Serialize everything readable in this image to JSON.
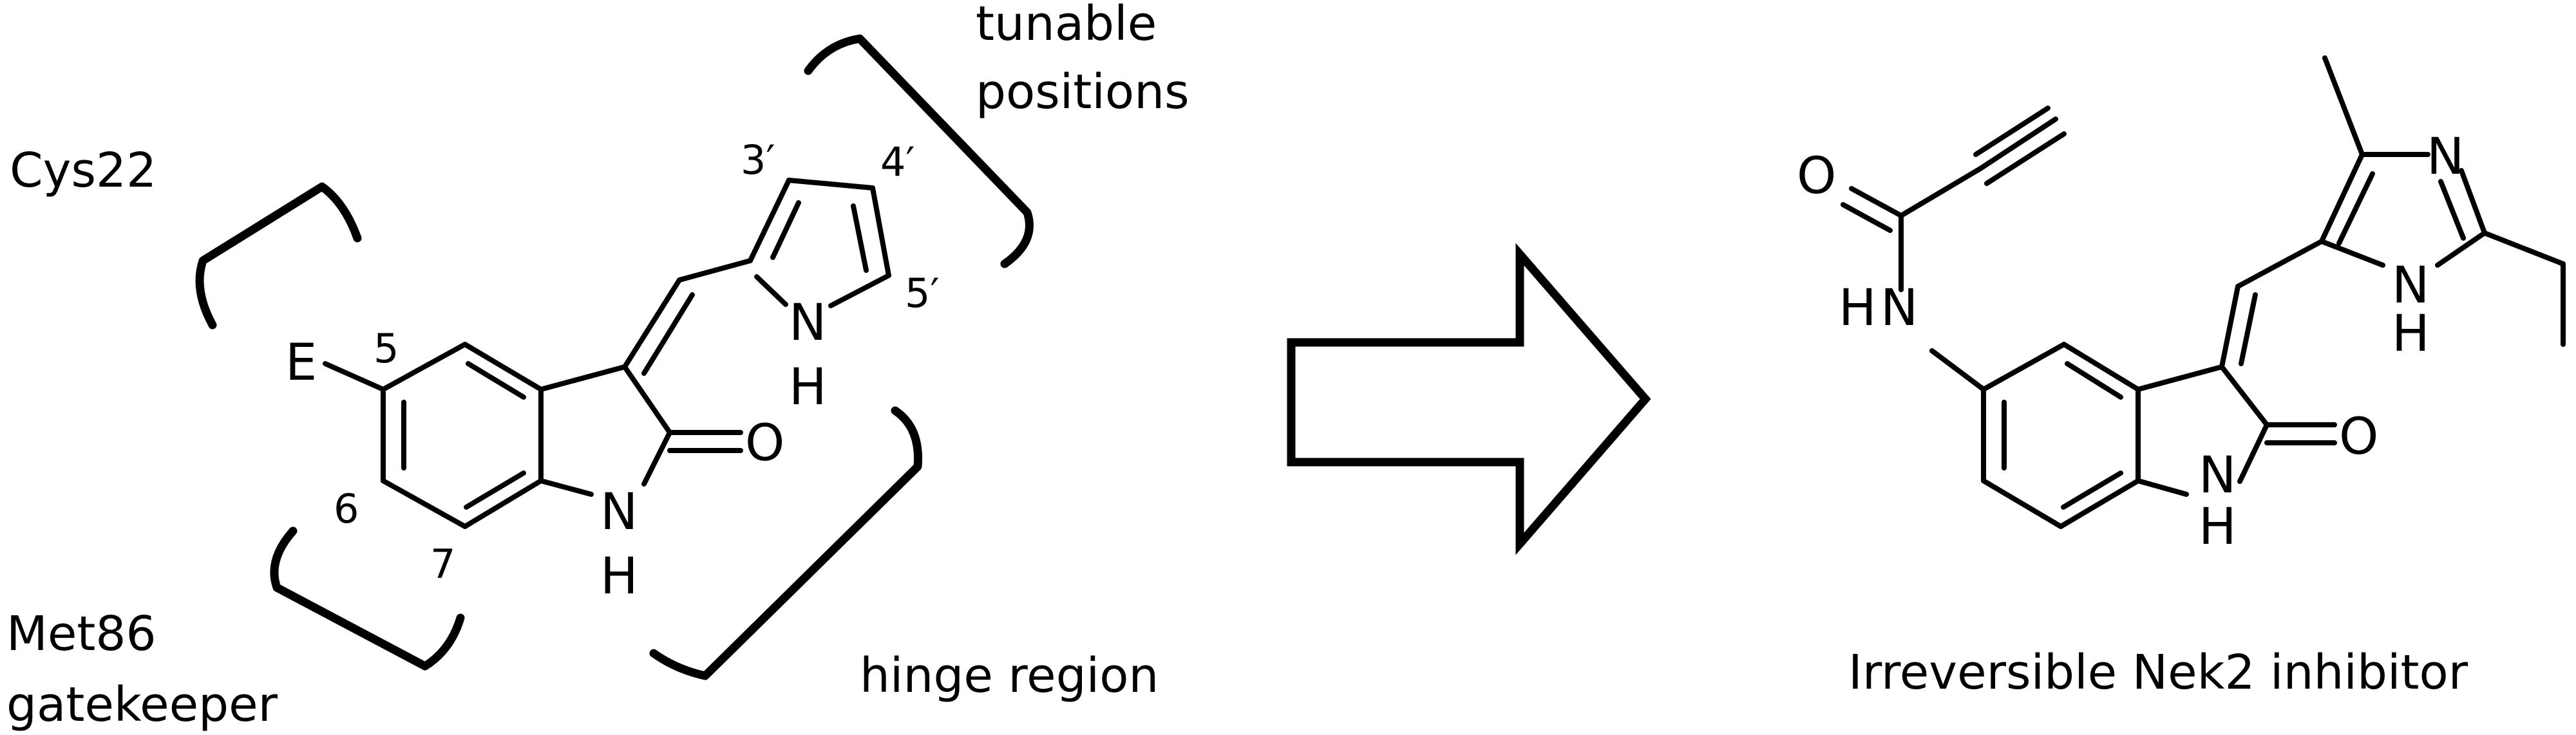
{
  "scaffold": {
    "atoms": {
      "substituent": "E",
      "oxygen": "O",
      "ring_nitrogen": "N",
      "ring_hydrogen": "H",
      "pyrrole_nitrogen": "N",
      "pyrrole_hydrogen": "H"
    },
    "positions": {
      "p5": "5",
      "p6": "6",
      "p7": "7",
      "p3prime": "3′",
      "p4prime": "4′",
      "p5prime": "5′"
    }
  },
  "pocket_labels": {
    "cys": "Cys22",
    "met_line1": "Met86",
    "met_line2": "gatekeeper",
    "tunable_line1": "tunable",
    "tunable_line2": "positions",
    "hinge": "hinge region"
  },
  "inhibitor": {
    "atoms": {
      "carbonyl_oxygen": "O",
      "amide_h": "H",
      "amide_n": "N",
      "imidazole_n_top": "N",
      "imidazole_nh": "N",
      "imidazole_h": "H",
      "oxindole_oxygen": "O",
      "oxindole_n": "N",
      "oxindole_h": "H"
    },
    "caption": "Irreversible Nek2 inhibitor"
  },
  "arrow_icon": "right-arrow-outline-icon"
}
